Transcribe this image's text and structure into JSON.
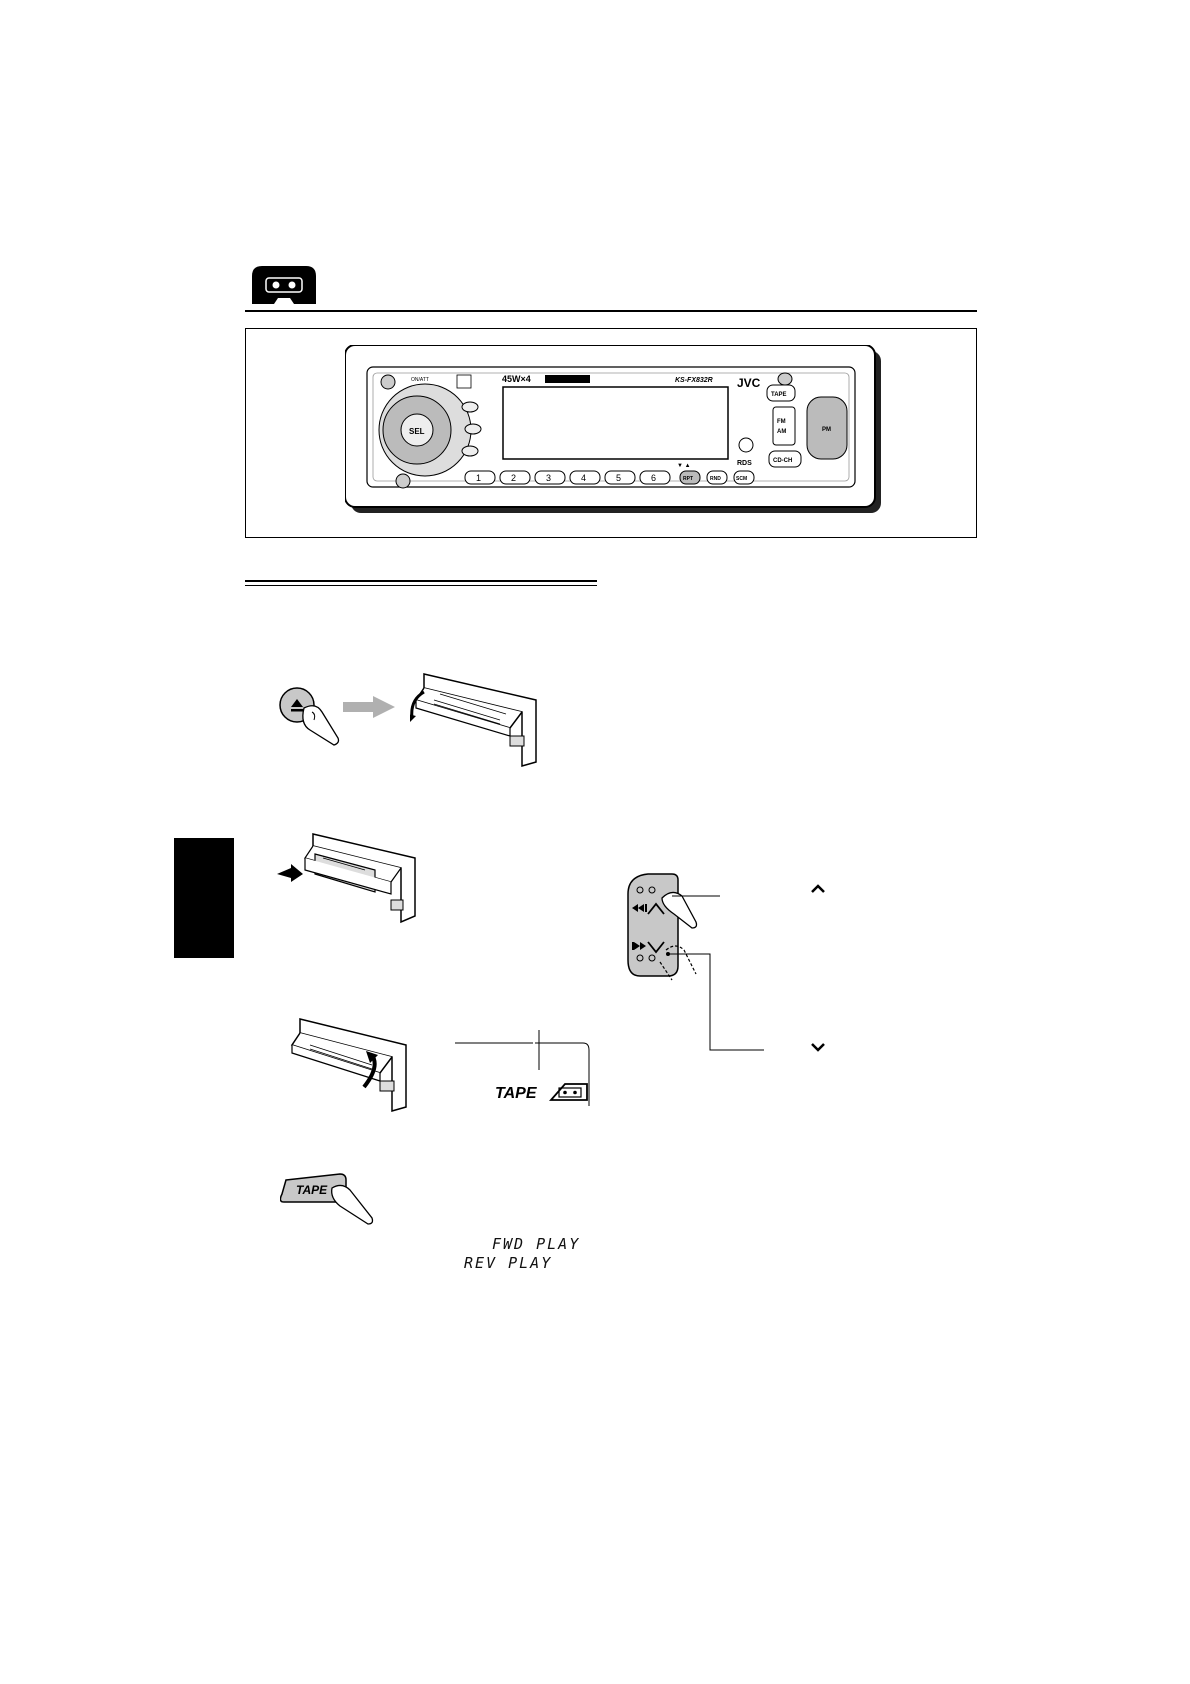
{
  "header": {
    "icon": "cassette-tab-icon"
  },
  "radio": {
    "model": "KS-FX832R",
    "brand": "JVC",
    "power": "45W×4",
    "sel": "SEL",
    "tape": "TAPE",
    "fm_am": [
      "FM",
      "AM"
    ],
    "cd_ch": "CD-CH",
    "rds": "RDS",
    "presets": [
      "1",
      "2",
      "3",
      "4",
      "5",
      "6"
    ],
    "func_buttons": [
      "RPT",
      "RND",
      "SCM"
    ],
    "pm": "PM",
    "on_att": "ON/ATT"
  },
  "steps": {
    "display_tape": "TAPE",
    "button_tape": "TAPE",
    "fwd_play": "FWD PLAY",
    "rev_play": "REV PLAY"
  },
  "colors": {
    "ink": "#111111",
    "gray": "#9a9a9a",
    "arrow_gray": "#b0b0b0",
    "black_tab": "#000000"
  }
}
